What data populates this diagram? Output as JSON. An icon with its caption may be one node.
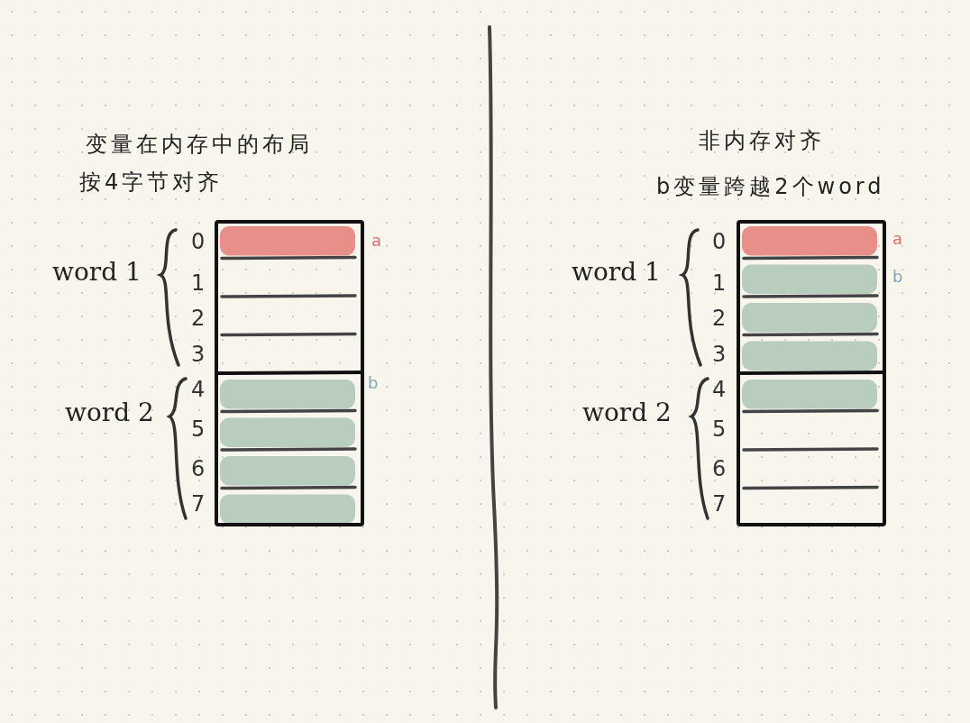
{
  "diagram": {
    "nodes": [
      {
        "text": [],
        "shape": "box"
      },
      {
        "text": [],
        "shape": "box"
      }
    ],
    "edges": [],
    "labels": [
      "变量在内存中的布局",
      "按4字节对齐",
      "word 1",
      "word 2",
      "0",
      "1",
      "2",
      "3",
      "4",
      "5",
      "6",
      "7",
      "a",
      "b",
      "非内存对齐",
      "b变量跨越2个word",
      "word 1",
      "word 2",
      "0",
      "1",
      "2",
      "3",
      "4",
      "5",
      "6",
      "7",
      "a",
      "b"
    ]
  }
}
